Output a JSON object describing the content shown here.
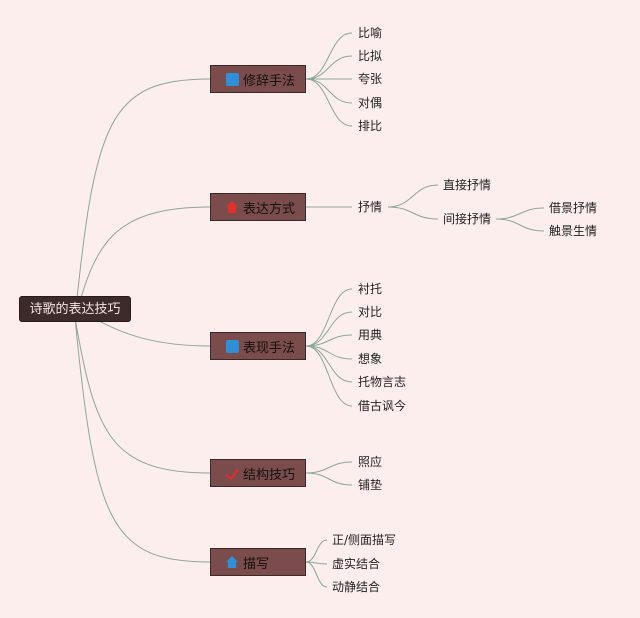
{
  "root": {
    "label": "诗歌的表达技巧"
  },
  "branches": [
    {
      "label": "修辞手法",
      "icon": "blue-square-icon",
      "children": [
        "比喻",
        "比拟",
        "夸张",
        "对偶",
        "排比"
      ]
    },
    {
      "label": "表达方式",
      "icon": "red-house-icon",
      "children": [
        "抒情"
      ],
      "sub": [
        "直接抒情",
        "间接抒情"
      ],
      "subsub": [
        "借景抒情",
        "触景生情"
      ]
    },
    {
      "label": "表现手法",
      "icon": "blue-square-icon",
      "children": [
        "衬托",
        "对比",
        "用典",
        "想象",
        "托物言志",
        "借古讽今"
      ]
    },
    {
      "label": "结构技巧",
      "icon": "red-check-icon",
      "children": [
        "照应",
        "铺垫"
      ]
    },
    {
      "label": "描写",
      "icon": "blue-house-icon",
      "children": [
        "正/侧面描写",
        "虚实结合",
        "动静结合"
      ]
    }
  ],
  "colors": {
    "background": "#fdeeee",
    "node": "#7a4c4c",
    "root": "#3d2a2a",
    "line": "#8aa69a"
  }
}
